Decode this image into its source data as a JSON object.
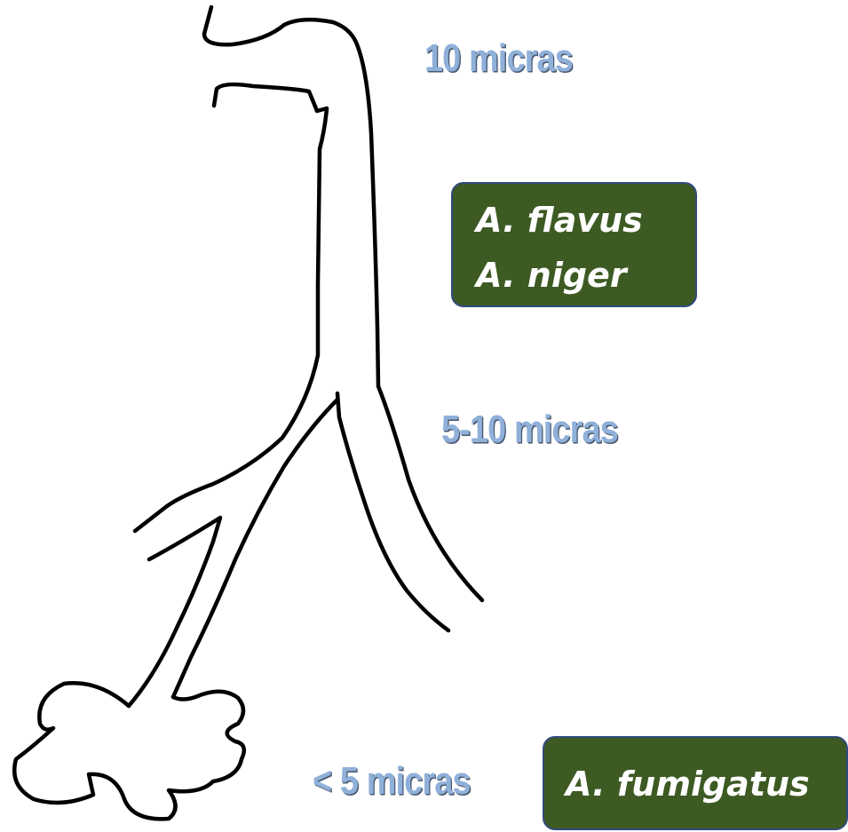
{
  "labels": {
    "upper": "10 micras",
    "middle": "5-10 micras",
    "lower": "< 5 micras"
  },
  "upper_species": [
    "A. flavus",
    "A. niger"
  ],
  "lower_species": [
    "A. fumigatus"
  ],
  "colors": {
    "label_text": "#8fb0d9",
    "label_shadow": "#4a5a70",
    "box_fill": "#3d5a23",
    "box_border": "#2f4b7c",
    "box_text": "#ffffff",
    "drawing_stroke": "#000000"
  }
}
